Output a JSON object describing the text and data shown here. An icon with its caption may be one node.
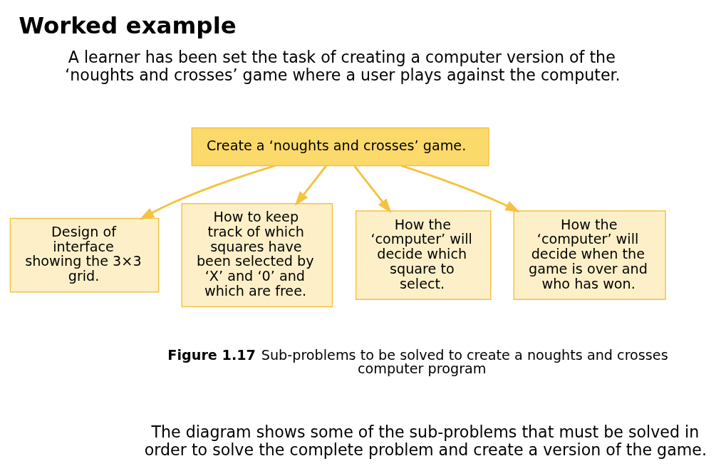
{
  "diagram": {
    "title": "Worked example",
    "caption": "**Figure 1.17** Sub-problems to be solved to create a noughts and crosses computer program",
    "nodes": [
      {
        "text": [
          "Create a ‘noughts and crosses’ game."
        ]
      },
      {
        "text": [
          "Design of interface showing the 3×3 grid."
        ]
      },
      {
        "text": [
          "How to keep track of which squares have been selected by ‘X’ and ‘0’ and which are free."
        ]
      },
      {
        "text": [
          "How the ‘computer’ will decide which square to select."
        ]
      },
      {
        "text": [
          "How the ‘computer’ will decide when the game is over and who has won."
        ]
      }
    ],
    "edges": [
      {
        "from": 0,
        "to": 1,
        "arrow": "to"
      },
      {
        "from": 0,
        "to": 2,
        "arrow": "to"
      },
      {
        "from": 0,
        "to": 3,
        "arrow": "to"
      },
      {
        "from": 0,
        "to": 4,
        "arrow": "to"
      }
    ],
    "labels": [
      "A learner has been set the task of creating a computer version of the ‘noughts and crosses’ game where a user plays against the computer.",
      "The diagram shows some of the sub-problems that must be solved in order to solve the complete problem and create a version of the game."
    ]
  }
}
